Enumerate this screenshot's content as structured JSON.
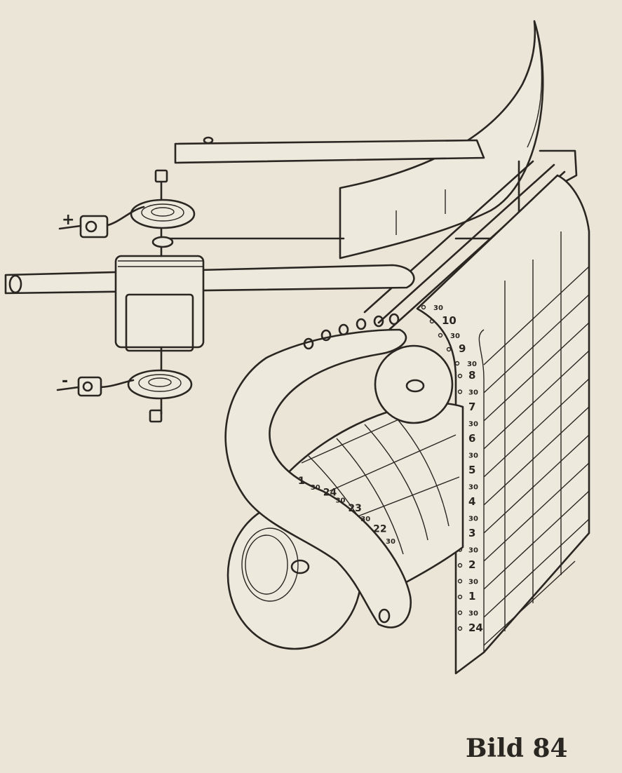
{
  "caption": "Bild 84",
  "terminals": {
    "positive": "+",
    "negative": "-"
  },
  "strip_scale": [
    "30",
    "10",
    "30",
    "9",
    "30",
    "8",
    "30",
    "7",
    "30",
    "6",
    "30",
    "5",
    "30",
    "4",
    "30",
    "3",
    "30",
    "2",
    "30",
    "1",
    "30",
    "24"
  ],
  "drum_scale": [
    "1",
    "30",
    "24",
    "30",
    "23",
    "30",
    "22",
    "30"
  ],
  "colors": {
    "paper": "#ebe5d7",
    "ink": "#2a2622"
  }
}
